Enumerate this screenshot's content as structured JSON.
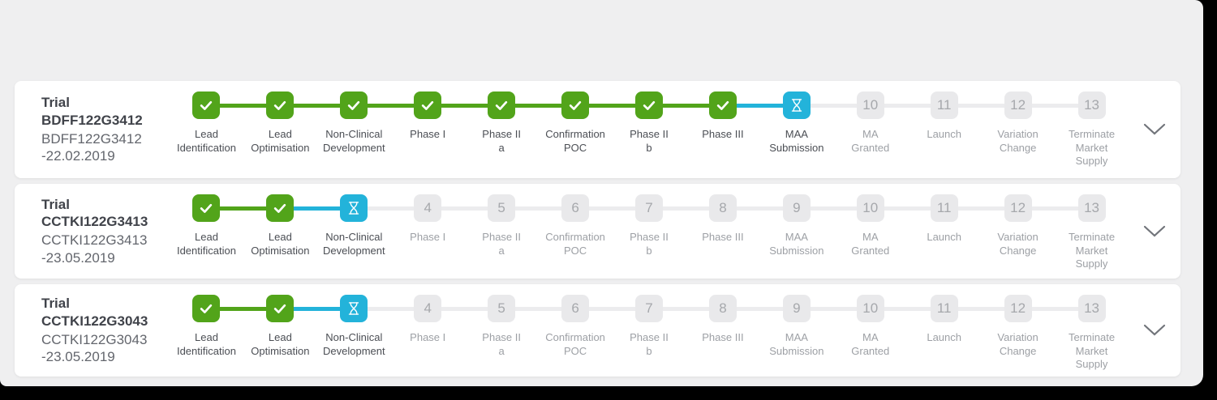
{
  "colors": {
    "frame_bg": "#000000",
    "screen_bg": "#efeff0",
    "card_bg": "#ffffff",
    "green": "#52a41a",
    "blue": "#23b3da",
    "future_bg": "#e9e9eb",
    "future_text": "#a6a8ac",
    "line_gray": "#ececee",
    "title_text": "#40434a",
    "subtitle_text": "#63666d",
    "label_dark": "#4b4e54",
    "label_gray": "#9da0a5",
    "chevron_color": "#71747a"
  },
  "icons": {
    "done": "check-icon",
    "current": "hourglass-icon",
    "expand": "chevron-down-icon"
  },
  "rows": [
    {
      "title": "Trial BDFF122G3412",
      "subtitle": "BDFF122G3412 -22.02.2019",
      "steps": [
        {
          "label": "Lead\nIdentification",
          "state": "done"
        },
        {
          "label": "Lead\nOptimisation",
          "state": "done"
        },
        {
          "label": "Non-Clinical\nDevelopment",
          "state": "done"
        },
        {
          "label": "Phase I",
          "state": "done"
        },
        {
          "label": "Phase II\na",
          "state": "done"
        },
        {
          "label": "Confirmation\nPOC",
          "state": "done"
        },
        {
          "label": "Phase II\nb",
          "state": "done"
        },
        {
          "label": "Phase III",
          "state": "done"
        },
        {
          "label": "MAA\nSubmission",
          "state": "current"
        },
        {
          "label": "MA\nGranted",
          "state": "future",
          "number": "10"
        },
        {
          "label": "Launch",
          "state": "future",
          "number": "11"
        },
        {
          "label": "Variation\nChange",
          "state": "future",
          "number": "12"
        },
        {
          "label": "Terminate\nMarket\nSupply",
          "state": "future",
          "number": "13"
        }
      ]
    },
    {
      "title": "Trial CCTKI122G3413",
      "subtitle": "CCTKI122G3413 -23.05.2019",
      "steps": [
        {
          "label": "Lead\nIdentification",
          "state": "done"
        },
        {
          "label": "Lead\nOptimisation",
          "state": "done"
        },
        {
          "label": "Non-Clinical\nDevelopment",
          "state": "current"
        },
        {
          "label": "Phase I",
          "state": "future",
          "number": "4"
        },
        {
          "label": "Phase II\na",
          "state": "future",
          "number": "5"
        },
        {
          "label": "Confirmation\nPOC",
          "state": "future",
          "number": "6"
        },
        {
          "label": "Phase II\nb",
          "state": "future",
          "number": "7"
        },
        {
          "label": "Phase III",
          "state": "future",
          "number": "8"
        },
        {
          "label": "MAA\nSubmission",
          "state": "future",
          "number": "9"
        },
        {
          "label": "MA\nGranted",
          "state": "future",
          "number": "10"
        },
        {
          "label": "Launch",
          "state": "future",
          "number": "11"
        },
        {
          "label": "Variation\nChange",
          "state": "future",
          "number": "12"
        },
        {
          "label": "Terminate\nMarket\nSupply",
          "state": "future",
          "number": "13"
        }
      ]
    },
    {
      "title": "Trial CCTKI122G3043",
      "subtitle": "CCTKI122G3043 -23.05.2019",
      "steps": [
        {
          "label": "Lead\nIdentification",
          "state": "done"
        },
        {
          "label": "Lead\nOptimisation",
          "state": "done"
        },
        {
          "label": "Non-Clinical\nDevelopment",
          "state": "current"
        },
        {
          "label": "Phase I",
          "state": "future",
          "number": "4"
        },
        {
          "label": "Phase II\na",
          "state": "future",
          "number": "5"
        },
        {
          "label": "Confirmation\nPOC",
          "state": "future",
          "number": "6"
        },
        {
          "label": "Phase II\nb",
          "state": "future",
          "number": "7"
        },
        {
          "label": "Phase III",
          "state": "future",
          "number": "8"
        },
        {
          "label": "MAA\nSubmission",
          "state": "future",
          "number": "9"
        },
        {
          "label": "MA\nGranted",
          "state": "future",
          "number": "10"
        },
        {
          "label": "Launch",
          "state": "future",
          "number": "11"
        },
        {
          "label": "Variation\nChange",
          "state": "future",
          "number": "12"
        },
        {
          "label": "Terminate\nMarket\nSupply",
          "state": "future",
          "number": "13"
        }
      ]
    }
  ]
}
